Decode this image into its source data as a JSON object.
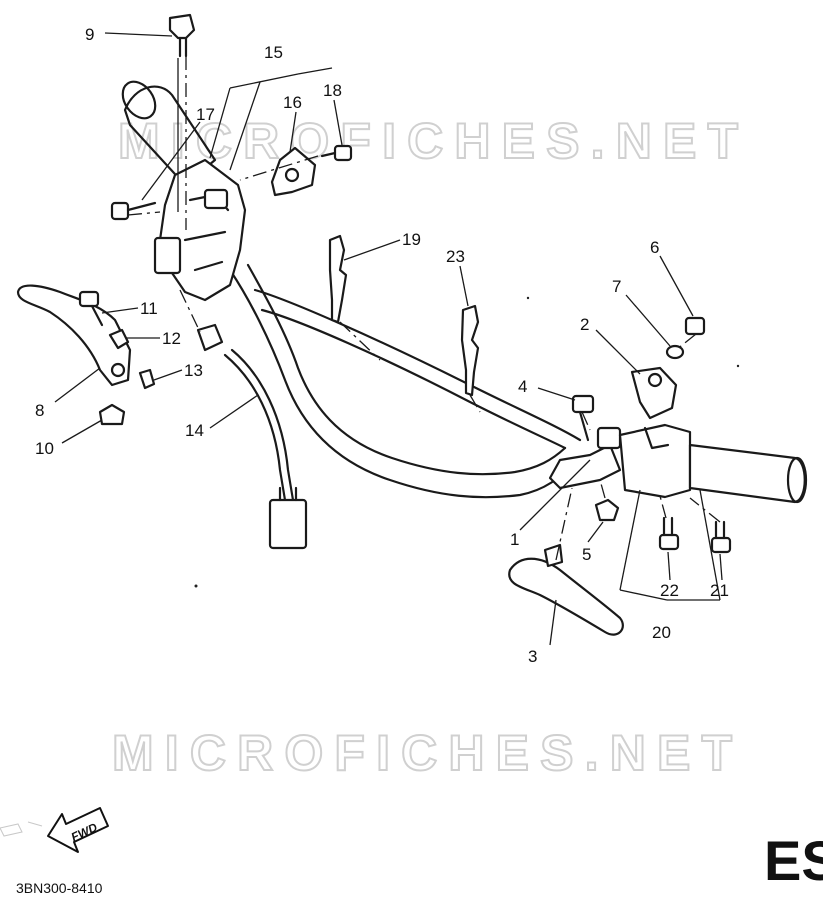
{
  "watermarks": [
    "MICROFICHES.NET",
    "MICROFICHES.NET"
  ],
  "callouts": [
    "1",
    "2",
    "3",
    "4",
    "5",
    "6",
    "7",
    "8",
    "9",
    "10",
    "11",
    "12",
    "13",
    "14",
    "15",
    "16",
    "17",
    "18",
    "19",
    "20",
    "21",
    "22",
    "23"
  ],
  "direction_arrow": {
    "label": "FWD",
    "icon": "fwd-arrow-icon"
  },
  "catalog_code": "3BN300-8410",
  "region_mark": "ES"
}
